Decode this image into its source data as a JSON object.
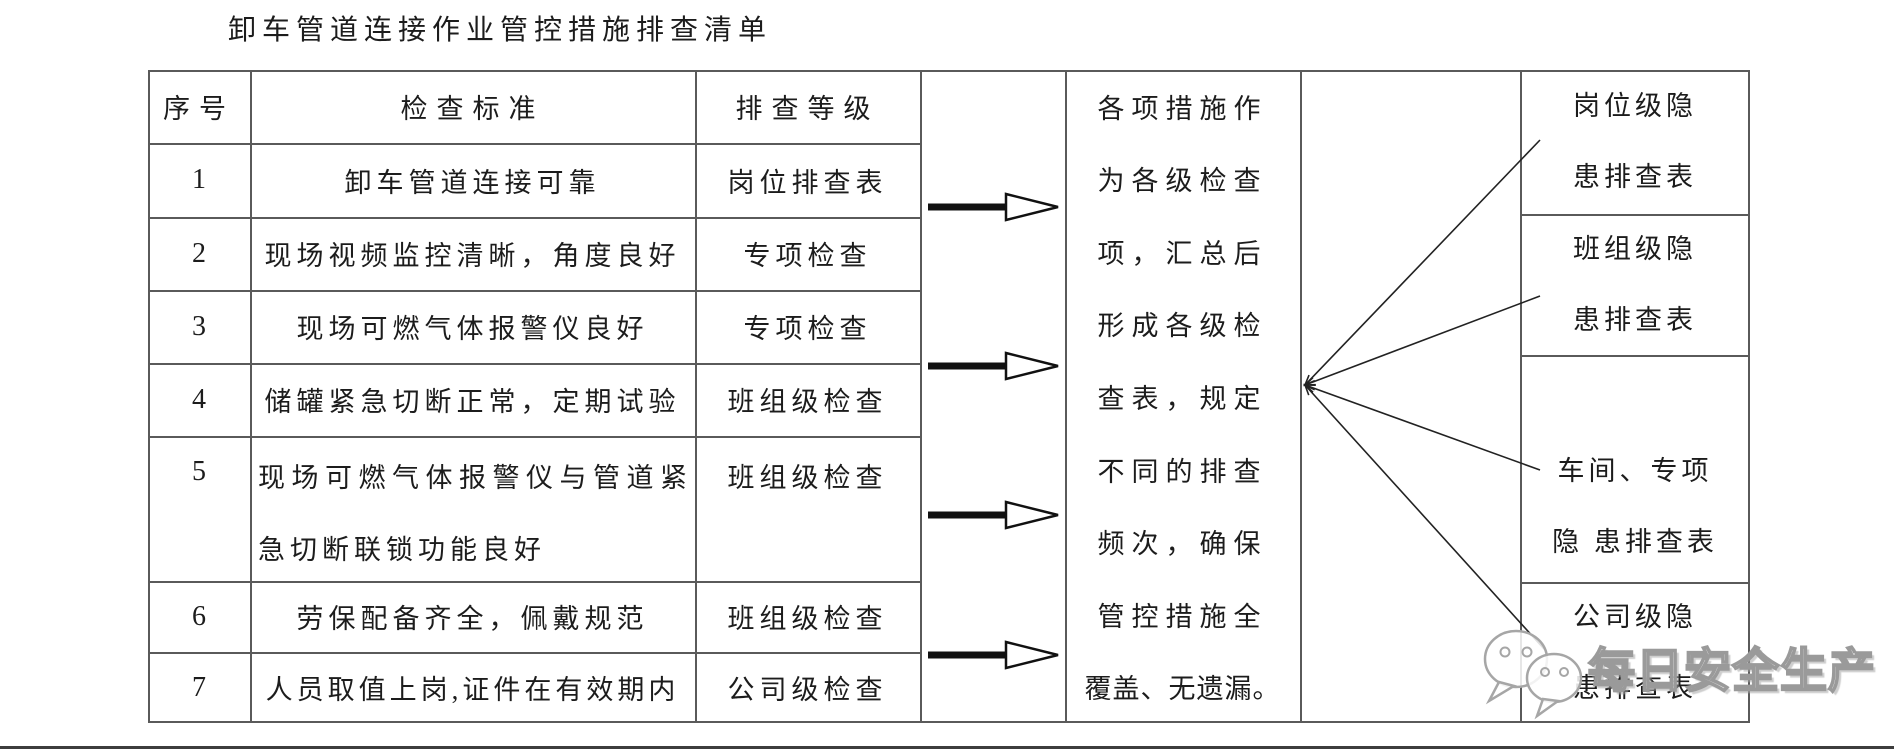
{
  "title": "卸车管道连接作业管控措施排查清单",
  "table": {
    "headers": [
      "序号",
      "检查标准",
      "排查等级"
    ],
    "rows": [
      {
        "no": "1",
        "standard": "卸车管道连接可靠",
        "level": "岗位排查表"
      },
      {
        "no": "2",
        "standard": "现场视频监控清晰，角度良好",
        "level": "专项检查"
      },
      {
        "no": "3",
        "standard": "现场可燃气体报警仪良好",
        "level": "专项检查"
      },
      {
        "no": "4",
        "standard": "储罐紧急切断正常，定期试验",
        "level": "班组级检查"
      },
      {
        "no": "5",
        "standard_line1": "现场可燃气体报警仪与管道紧",
        "standard_line2": "急切断联锁功能良好",
        "level": "班组级检查"
      },
      {
        "no": "6",
        "standard": "劳保配备齐全，佩戴规范",
        "level": "班组级检查"
      },
      {
        "no": "7",
        "standard": "人员取值上岗,证件在有效期内",
        "level": "公司级检查"
      }
    ]
  },
  "summary": {
    "lines": [
      "各项措施作",
      "为各级检查",
      "项，汇总后",
      "形成各级检",
      "查表，规定",
      "不同的排查",
      "频次，确保",
      "管控措施全",
      "覆盖、无遗漏。"
    ]
  },
  "output_tables": [
    {
      "line1": "岗位级隐",
      "line2": "患排查表"
    },
    {
      "line1": "班组级隐",
      "line2": "患排查表"
    },
    {
      "line1": "车间、专项",
      "line2": "隐 患排查表"
    },
    {
      "line1": "公司级隐",
      "line2": "患排查表"
    }
  ],
  "watermark": {
    "text": "每日安全生产",
    "icon": "wechat-bubbles-icon"
  },
  "colors": {
    "grid": "#5a5a5a",
    "text": "#1c1c1c",
    "arrow": "#111111",
    "wm": "#9a9a9a"
  }
}
